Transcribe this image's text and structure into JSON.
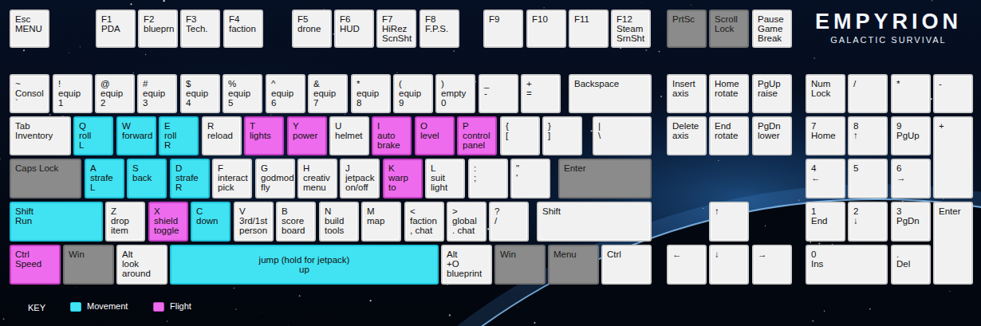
{
  "diagram": {
    "nodes": [
      {
        "text": [
          "Esc",
          "MENU"
        ]
      },
      {
        "text": [
          "F1",
          "PDA"
        ]
      },
      {
        "text": [
          "F2",
          "blueprn"
        ]
      },
      {
        "text": [
          "F3",
          "Tech."
        ]
      },
      {
        "text": [
          "F4",
          "faction"
        ]
      },
      {
        "text": [
          "F5",
          "drone"
        ]
      },
      {
        "text": [
          "F6",
          "HUD"
        ]
      },
      {
        "text": [
          "F7",
          "HiRez",
          "ScnSht"
        ]
      },
      {
        "text": [
          "F8",
          "F.P.S."
        ]
      },
      {
        "text": [
          "F9"
        ]
      },
      {
        "text": [
          "F10"
        ]
      },
      {
        "text": [
          "F11"
        ]
      },
      {
        "text": [
          "F12",
          "Steam",
          "SrnSht"
        ]
      },
      {
        "text": [
          "PrtSc"
        ]
      },
      {
        "text": [
          "Scroll",
          "Lock"
        ]
      },
      {
        "text": [
          "Pause",
          "Game",
          "Break"
        ]
      },
      {
        "text": [
          "~",
          "Consol",
          "`"
        ]
      },
      {
        "text": [
          "!",
          "equip",
          "1"
        ]
      },
      {
        "text": [
          "@",
          "equip",
          "2"
        ]
      },
      {
        "text": [
          "#",
          "equip",
          "3"
        ]
      },
      {
        "text": [
          "$",
          "equip",
          "4"
        ]
      },
      {
        "text": [
          "%",
          "equip",
          "5"
        ]
      },
      {
        "text": [
          "^",
          "equip",
          "6"
        ]
      },
      {
        "text": [
          "&",
          "equip",
          "7"
        ]
      },
      {
        "text": [
          "*",
          "equip",
          "8"
        ]
      },
      {
        "text": [
          "(",
          "equip",
          "9"
        ]
      },
      {
        "text": [
          ")",
          "empty",
          "0"
        ]
      },
      {
        "text": [
          "_",
          "-"
        ]
      },
      {
        "text": [
          "+",
          "="
        ]
      },
      {
        "text": [
          "Backspace"
        ]
      },
      {
        "text": [
          "Insert",
          "axis"
        ]
      },
      {
        "text": [
          "Home",
          "rotate"
        ]
      },
      {
        "text": [
          "PgUp",
          "raise"
        ]
      },
      {
        "text": [
          "Num",
          "Lock"
        ]
      },
      {
        "text": [
          "/"
        ]
      },
      {
        "text": [
          "*"
        ]
      },
      {
        "text": [
          "-"
        ]
      },
      {
        "text": [
          "Tab",
          "Inventory"
        ]
      },
      {
        "text": [
          "Q",
          "roll",
          "L"
        ]
      },
      {
        "text": [
          "W",
          "forward"
        ]
      },
      {
        "text": [
          "E",
          "roll",
          "R"
        ]
      },
      {
        "text": [
          "R",
          "reload"
        ]
      },
      {
        "text": [
          "T",
          "lights"
        ]
      },
      {
        "text": [
          "Y",
          "power"
        ]
      },
      {
        "text": [
          "U",
          "helmet"
        ]
      },
      {
        "text": [
          "I",
          "auto",
          "brake"
        ]
      },
      {
        "text": [
          "O",
          "level"
        ]
      },
      {
        "text": [
          "P",
          "control",
          "panel"
        ]
      },
      {
        "text": [
          "{",
          "["
        ]
      },
      {
        "text": [
          "}",
          "]"
        ]
      },
      {
        "text": [
          "|",
          "\\"
        ]
      },
      {
        "text": [
          "Delete",
          "axis"
        ]
      },
      {
        "text": [
          "End",
          "rotate"
        ]
      },
      {
        "text": [
          "PgDn",
          "lower"
        ]
      },
      {
        "text": [
          "7",
          "Home"
        ]
      },
      {
        "text": [
          "8",
          "↑"
        ]
      },
      {
        "text": [
          "9",
          "PgUp"
        ]
      },
      {
        "text": [
          "+"
        ]
      },
      {
        "text": [
          "Caps Lock"
        ]
      },
      {
        "text": [
          "A",
          "strafe",
          "L"
        ]
      },
      {
        "text": [
          "S",
          "back"
        ]
      },
      {
        "text": [
          "D",
          "strafe",
          "R"
        ]
      },
      {
        "text": [
          "F",
          "interact",
          "pick"
        ]
      },
      {
        "text": [
          "G",
          "godmod",
          "fly"
        ]
      },
      {
        "text": [
          "H",
          "creativ",
          "menu"
        ]
      },
      {
        "text": [
          "J",
          "jetpack",
          "on/off"
        ]
      },
      {
        "text": [
          "K",
          "warp",
          "to"
        ]
      },
      {
        "text": [
          "L",
          "suit",
          "light"
        ]
      },
      {
        "text": [
          ":",
          ";"
        ]
      },
      {
        "text": [
          "\"",
          "'"
        ]
      },
      {
        "text": [
          "Enter"
        ]
      },
      {
        "text": [
          "4",
          "←"
        ]
      },
      {
        "text": [
          "5"
        ]
      },
      {
        "text": [
          "6",
          "→"
        ]
      },
      {
        "text": [
          "Shift",
          "Run"
        ]
      },
      {
        "text": [
          "Z",
          "drop",
          "item"
        ]
      },
      {
        "text": [
          "X",
          "shield",
          "toggle"
        ]
      },
      {
        "text": [
          "C",
          "down"
        ]
      },
      {
        "text": [
          "V",
          "3rd/1st",
          "person"
        ]
      },
      {
        "text": [
          "B",
          "score",
          "board"
        ]
      },
      {
        "text": [
          "N",
          "build",
          "tools"
        ]
      },
      {
        "text": [
          "M",
          "map"
        ]
      },
      {
        "text": [
          "<",
          "faction",
          ", chat"
        ]
      },
      {
        "text": [
          ">",
          "global",
          ". chat"
        ]
      },
      {
        "text": [
          "?",
          "/"
        ]
      },
      {
        "text": [
          "Shift"
        ]
      },
      {
        "text": [
          "↑"
        ]
      },
      {
        "text": [
          "1",
          "End"
        ]
      },
      {
        "text": [
          "2",
          "↓"
        ]
      },
      {
        "text": [
          "3",
          "PgDn"
        ]
      },
      {
        "text": [
          "Enter"
        ]
      },
      {
        "text": [
          "Ctrl",
          "Speed"
        ]
      },
      {
        "text": [
          "Win"
        ]
      },
      {
        "text": [
          "Alt",
          "look",
          "around"
        ]
      },
      {
        "text": [
          "jump (hold for jetpack)",
          "up"
        ]
      },
      {
        "text": [
          "Alt",
          "+O",
          "blueprint"
        ]
      },
      {
        "text": [
          "Win"
        ]
      },
      {
        "text": [
          "Menu"
        ]
      },
      {
        "text": [
          "Ctrl"
        ]
      },
      {
        "text": [
          "←"
        ]
      },
      {
        "text": [
          "↓"
        ]
      },
      {
        "text": [
          "→"
        ]
      },
      {
        "text": [
          "0",
          "Ins"
        ]
      },
      {
        "text": [
          ".",
          "Del"
        ]
      }
    ],
    "labels": [
      "EMPYRION",
      "GALACTIC SURVIVAL",
      "KEY"
    ],
    "legend": [
      {
        "text": "Movement",
        "color": "#41e3f2"
      },
      {
        "text": "Flight",
        "color": "#ef6bee"
      }
    ]
  }
}
